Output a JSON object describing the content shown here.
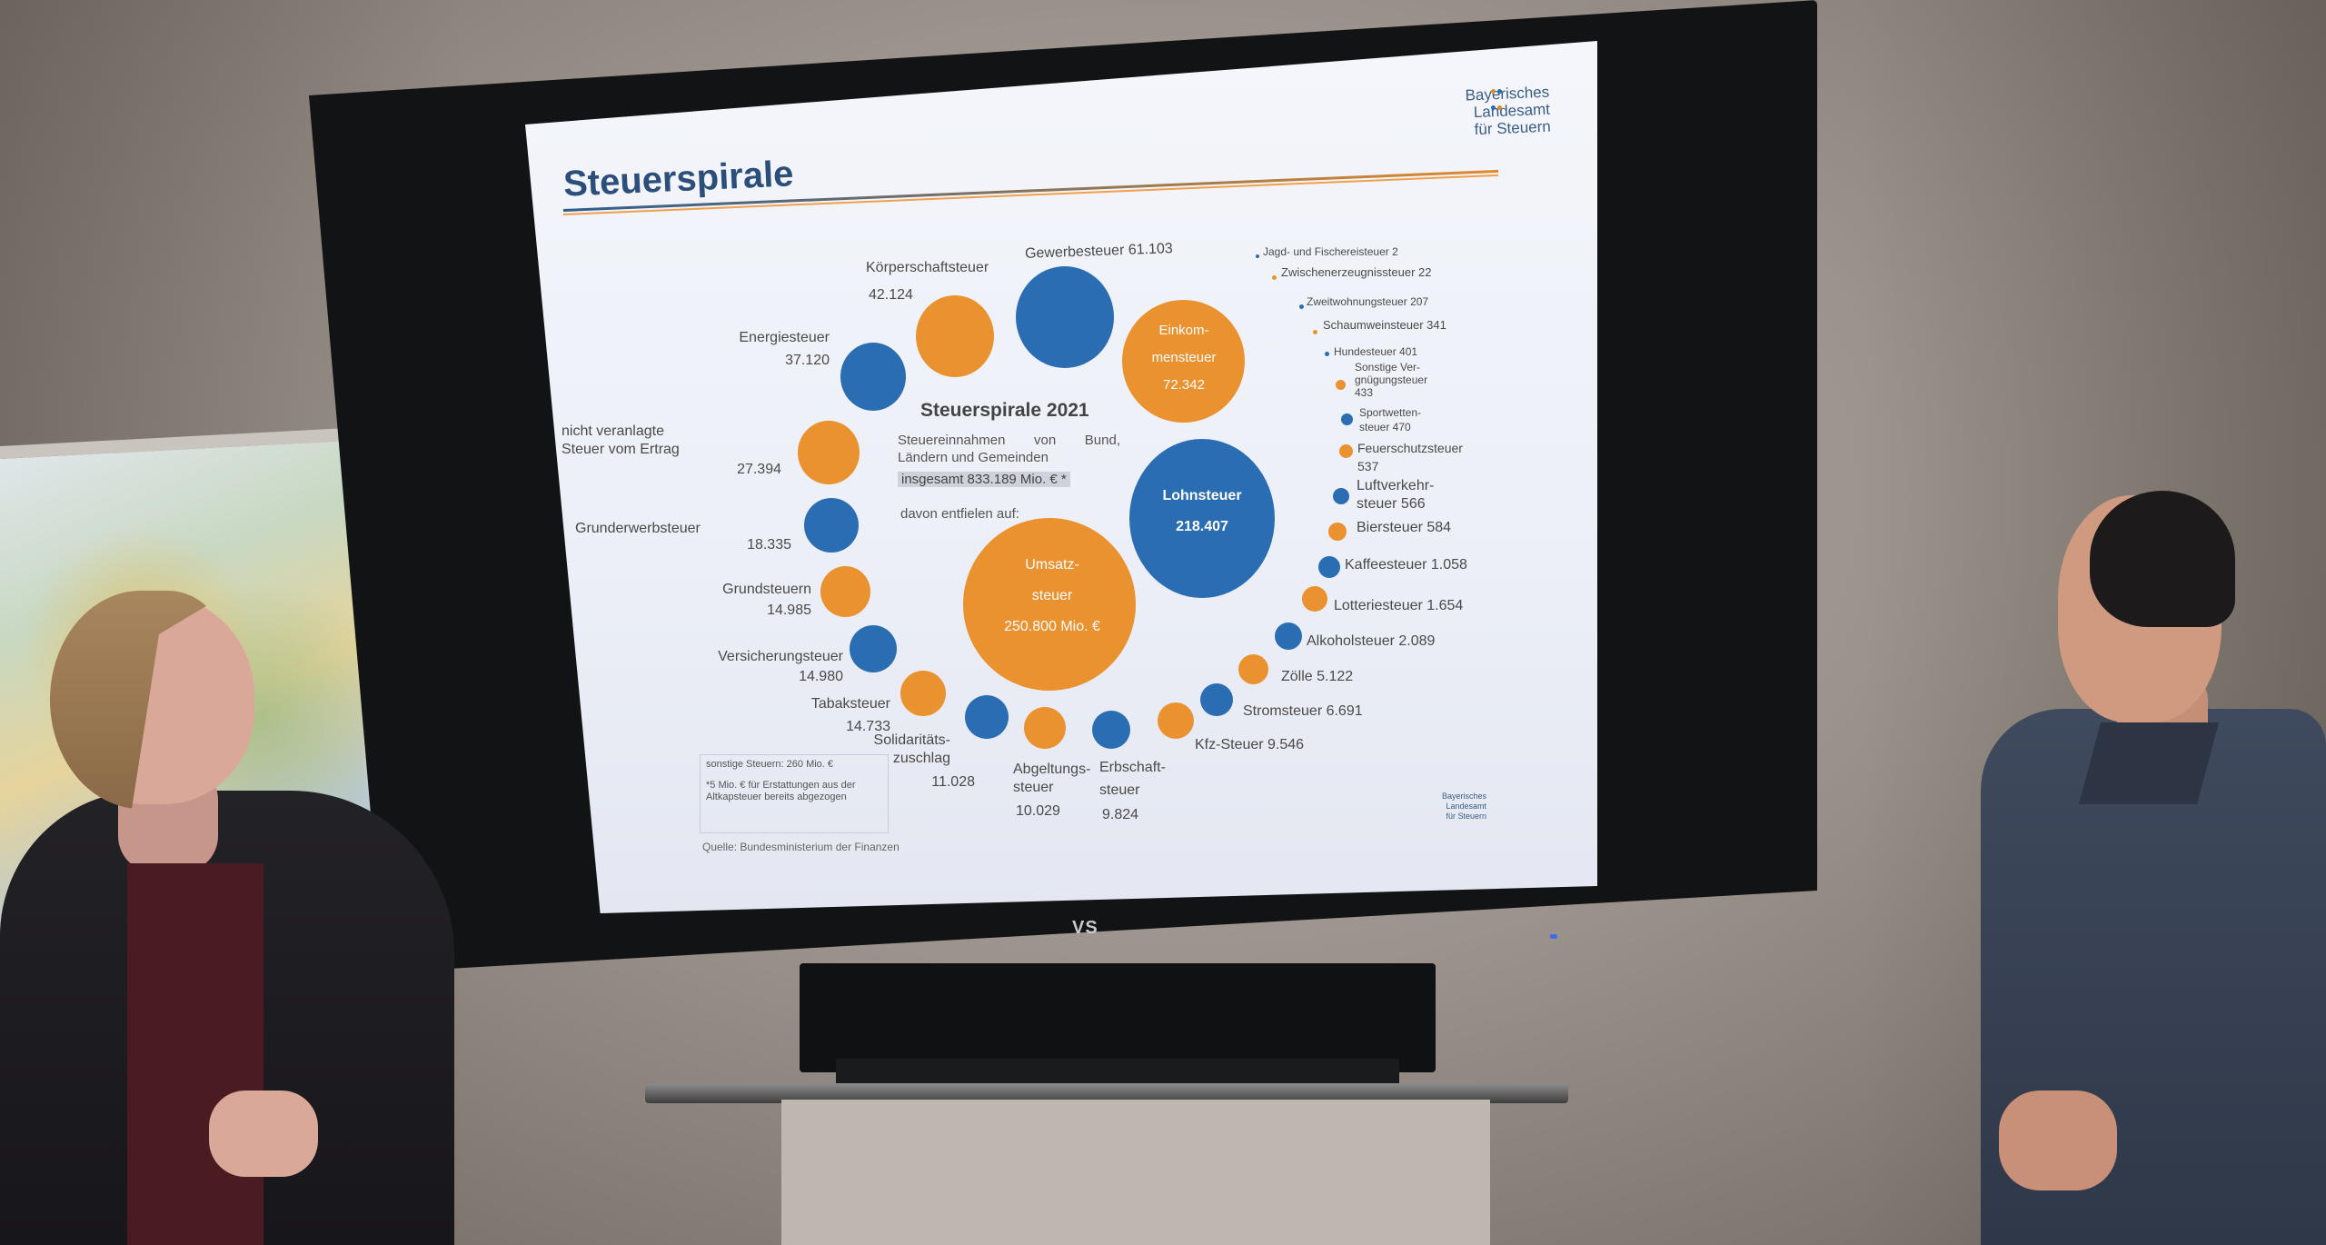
{
  "slide": {
    "title": "Steuerspirale",
    "brand": {
      "line1": "Bayerisches",
      "line2": "Landesamt",
      "line3": "für Steuern"
    },
    "center": {
      "title": "Steuerspirale 2021",
      "text": "Steuereinnahmen von Bund, Ländern und Gemeinden",
      "total": "insgesamt 833.189 Mio. € *",
      "sub": "davon entfielen auf:"
    },
    "big_bubbles": {
      "umsatz": {
        "line1": "Umsatz-",
        "line2": "steuer",
        "line3": "250.800 Mio. €"
      },
      "lohn": {
        "line1": "Lohnsteuer",
        "line2": "218.407"
      },
      "einkommen": {
        "line1": "Einkom-",
        "line2": "mensteuer",
        "line3": "72.342"
      }
    },
    "labels": {
      "gewerbe": "Gewerbesteuer 61.103",
      "koerperschaft": "Körperschaftsteuer",
      "koerperschaft_v": "42.124",
      "energie": "Energiesteuer",
      "energie_v": "37.120",
      "nicht_veranlagt_1": "nicht veranlagte",
      "nicht_veranlagt_2": "Steuer vom Ertrag",
      "nicht_veranlagt_v": "27.394",
      "grunderwerb": "Grunderwerbsteuer",
      "grunderwerb_v": "18.335",
      "grund": "Grundsteuern",
      "grund_v": "14.985",
      "versicherung": "Versicherungsteuer",
      "versicherung_v": "14.980",
      "tabak": "Tabaksteuer",
      "tabak_v": "14.733",
      "soli_1": "Solidaritäts-",
      "soli_2": "zuschlag",
      "soli_v": "11.028",
      "abgeltung_1": "Abgeltungs-",
      "abgeltung_2": "steuer",
      "abgeltung_v": "10.029",
      "erbschaft_1": "Erbschaft-",
      "erbschaft_2": "steuer",
      "erbschaft_v": "9.824",
      "kfz": "Kfz-Steuer 9.546",
      "strom": "Stromsteuer 6.691",
      "zoelle": "Zölle 5.122",
      "alkohol": "Alkoholsteuer 2.089",
      "lotterie": "Lotteriesteuer 1.654",
      "kaffee": "Kaffeesteuer 1.058",
      "bier": "Biersteuer 584",
      "luft_1": "Luftverkehr-",
      "luft_2": "steuer 566",
      "feuer_1": "Feuerschutzsteuer",
      "feuer_2": "537",
      "sport_1": "Sportwetten-",
      "sport_2": "steuer  470",
      "vergn_1": "Sonstige Ver-",
      "vergn_2": "gnügungsteuer",
      "vergn_3": "433",
      "hunde": "Hundesteuer 401",
      "schaum": "Schaumweinsteuer 341",
      "zweit": "Zweitwohnungsteuer 207",
      "zwischen": "Zwischenerzeugnissteuer 22",
      "jagd": "Jagd- und Fischereisteuer 2"
    },
    "note": {
      "line1": "sonstige Steuern: 260 Mio. €",
      "line2": "*5 Mio. € für Erstattungen aus der Altkapsteuer bereits abgezogen"
    },
    "source": "Quelle: Bundesministerium der Finanzen"
  },
  "tv": {
    "brand": "VS"
  },
  "colors": {
    "blue": "#2a6db3",
    "orange": "#ea9130",
    "title": "#2b4f7a"
  }
}
